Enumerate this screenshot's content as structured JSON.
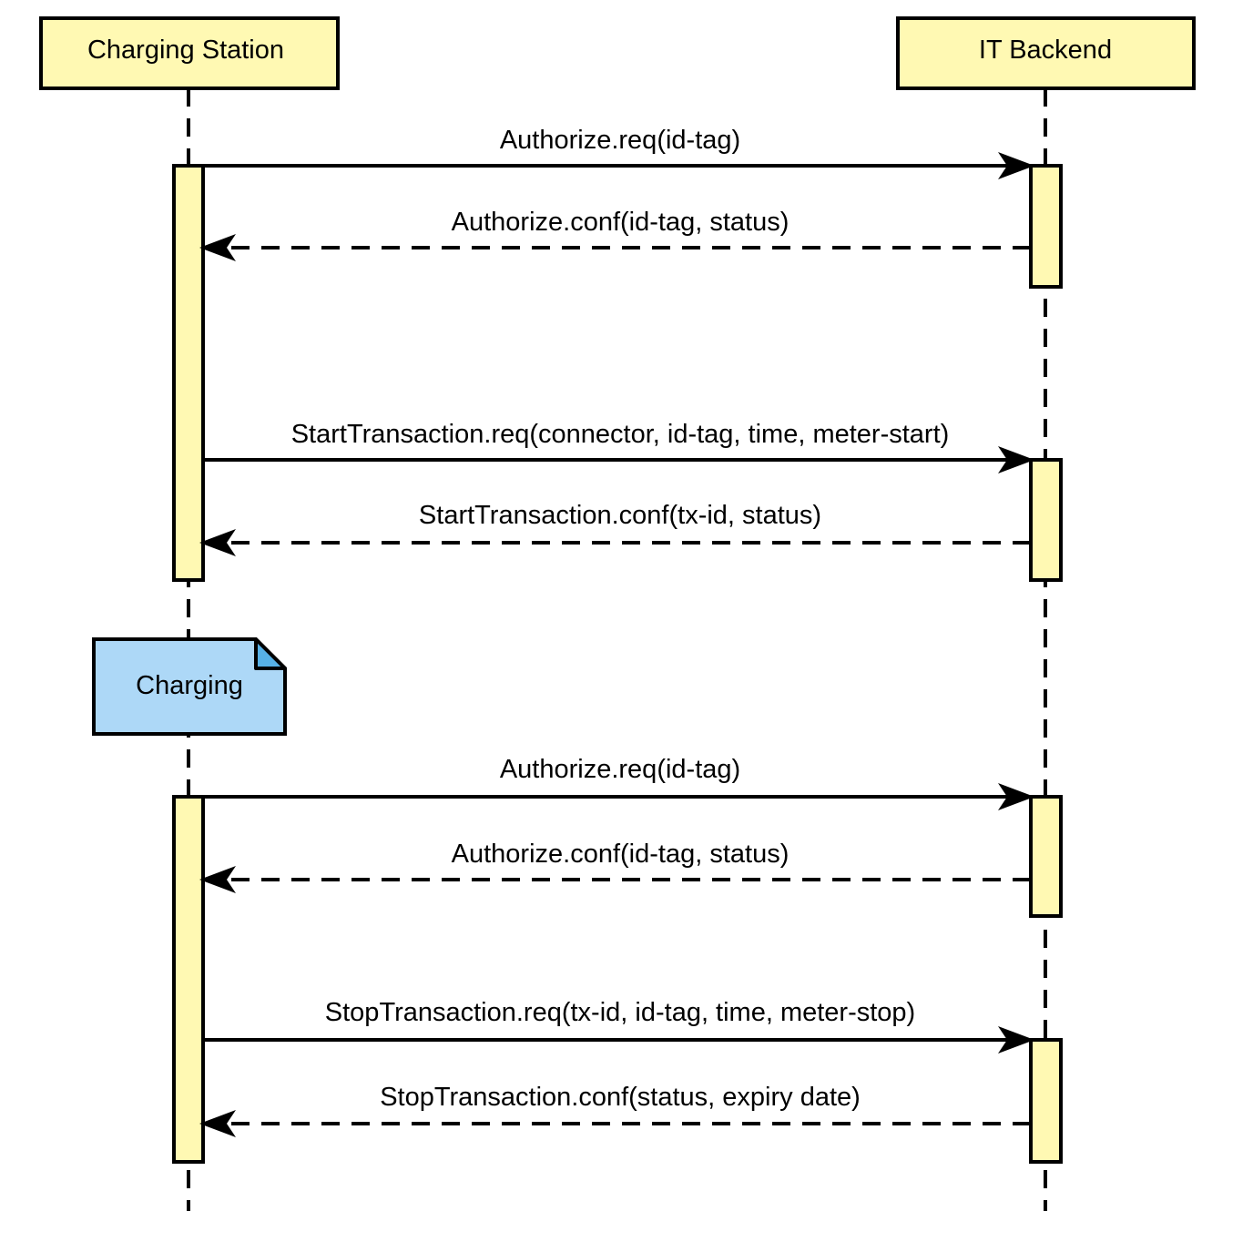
{
  "colors": {
    "stroke": "#000000",
    "participant_fill": "#fff9b3",
    "activation_fill": "#fff9b3",
    "note_fill": "#add8f7",
    "note_corner_fill": "#57b1e6"
  },
  "participants": [
    {
      "id": "station",
      "label": "Charging Station"
    },
    {
      "id": "backend",
      "label": "IT Backend"
    }
  ],
  "note": {
    "label": "Charging",
    "attached_to": "station"
  },
  "messages": [
    {
      "from": "station",
      "to": "backend",
      "kind": "request",
      "label": "Authorize.req(id-tag)"
    },
    {
      "from": "backend",
      "to": "station",
      "kind": "response",
      "label": "Authorize.conf(id-tag, status)"
    },
    {
      "from": "station",
      "to": "backend",
      "kind": "request",
      "label": "StartTransaction.req(connector, id-tag, time, meter-start)"
    },
    {
      "from": "backend",
      "to": "station",
      "kind": "response",
      "label": "StartTransaction.conf(tx-id, status)"
    },
    {
      "from": "station",
      "to": "backend",
      "kind": "request",
      "label": "Authorize.req(id-tag)"
    },
    {
      "from": "backend",
      "to": "station",
      "kind": "response",
      "label": "Authorize.conf(id-tag, status)"
    },
    {
      "from": "station",
      "to": "backend",
      "kind": "request",
      "label": "StopTransaction.req(tx-id, id-tag, time, meter-stop)"
    },
    {
      "from": "backend",
      "to": "station",
      "kind": "response",
      "label": "StopTransaction.conf(status, expiry date)"
    }
  ]
}
